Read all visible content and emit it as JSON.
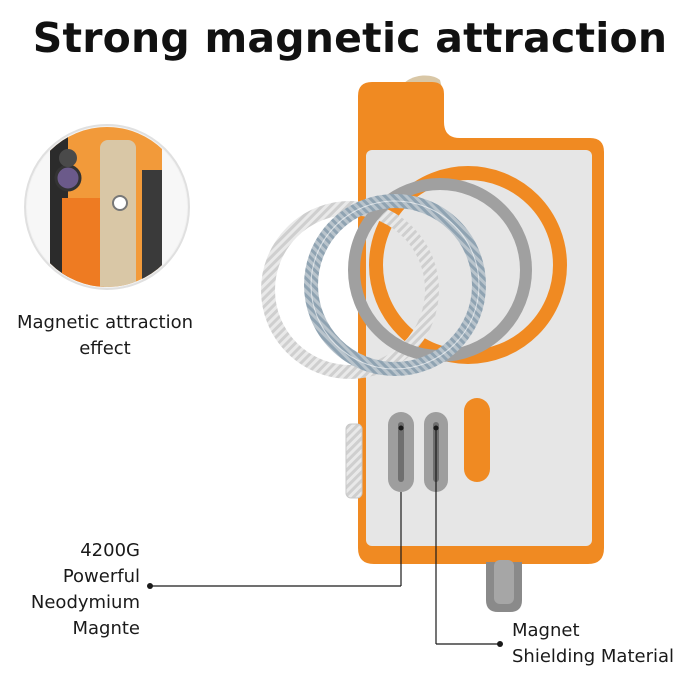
{
  "title": "Strong magnetic attraction",
  "captions": {
    "magnetic_attraction": [
      "Magnetic attraction",
      "effect"
    ],
    "neodymium": [
      "4200G",
      "Powerful",
      "Neodymium",
      "Magnte"
    ],
    "shielding": [
      "Magnet",
      "Shielding Material"
    ]
  },
  "colors": {
    "accent_orange": "#F08A22",
    "plate_silver": "#E6E6E6",
    "ring_gray": "#9E9E9E",
    "ring_light": "#D9D9D9"
  }
}
